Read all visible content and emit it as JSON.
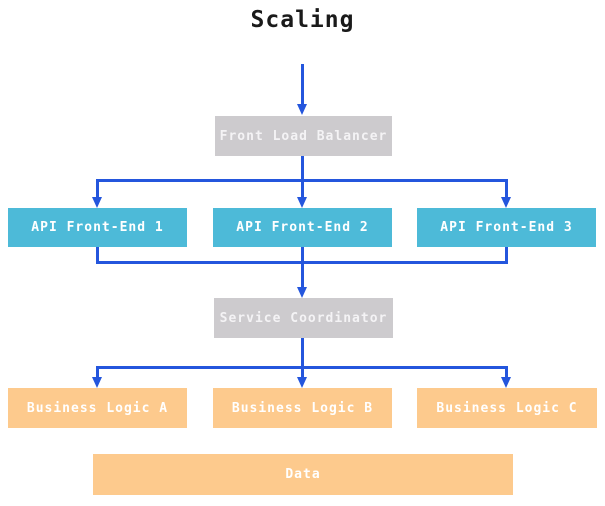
{
  "diagram": {
    "title": "Scaling",
    "nodes": {
      "front_load_balancer": {
        "label": "Front Load Balancer",
        "kind": "gray"
      },
      "api_front_end_1": {
        "label": "API Front-End 1",
        "kind": "blue"
      },
      "api_front_end_2": {
        "label": "API Front-End 2",
        "kind": "blue"
      },
      "api_front_end_3": {
        "label": "API Front-End 3",
        "kind": "blue"
      },
      "service_coordinator": {
        "label": "Service Coordinator",
        "kind": "gray"
      },
      "business_logic_a": {
        "label": "Business Logic A",
        "kind": "orange"
      },
      "business_logic_b": {
        "label": "Business Logic B",
        "kind": "orange"
      },
      "business_logic_c": {
        "label": "Business Logic C",
        "kind": "orange"
      },
      "data": {
        "label": "Data",
        "kind": "orange"
      }
    },
    "edges": [
      {
        "from": "entry",
        "to": "front_load_balancer"
      },
      {
        "from": "front_load_balancer",
        "to": "api_front_end_1"
      },
      {
        "from": "front_load_balancer",
        "to": "api_front_end_2"
      },
      {
        "from": "front_load_balancer",
        "to": "api_front_end_3"
      },
      {
        "from": "api_front_end_1",
        "to": "service_coordinator"
      },
      {
        "from": "api_front_end_2",
        "to": "service_coordinator"
      },
      {
        "from": "api_front_end_3",
        "to": "service_coordinator"
      },
      {
        "from": "service_coordinator",
        "to": "business_logic_a"
      },
      {
        "from": "service_coordinator",
        "to": "business_logic_b"
      },
      {
        "from": "service_coordinator",
        "to": "business_logic_c"
      }
    ],
    "colors": {
      "arrow": "#2456dd",
      "gray_box": "#cdcbce",
      "blue_box": "#4dbad8",
      "orange_box": "#fdca8d",
      "box_text": "#ffffff",
      "gray_box_text": "#f4f3f5",
      "title_text": "#1a1a1a",
      "background": "#ffffff"
    }
  }
}
